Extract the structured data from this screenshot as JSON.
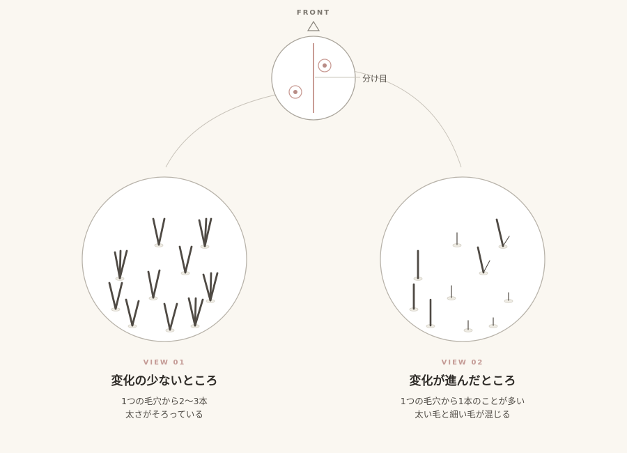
{
  "header": {
    "front_label": "FRONT"
  },
  "scalp_map": {
    "part_label": "分け目"
  },
  "views": [
    {
      "code": "VIEW 01",
      "title": "変化の少ないところ",
      "description_lines": [
        "1つの毛穴から2〜3本",
        "太さがそろっている"
      ]
    },
    {
      "code": "VIEW 02",
      "title": "変化が進んだところ",
      "description_lines": [
        "1つの毛穴から1本のことが多い",
        "太い毛と細い毛が混じる"
      ]
    }
  ],
  "colors": {
    "background": "#faf7f1",
    "circle_stroke": "#b8b3aa",
    "part_line": "#c99c95",
    "accent_text": "#c49a95",
    "hair": "#4f4a44",
    "pore_fill": "#efece4"
  }
}
